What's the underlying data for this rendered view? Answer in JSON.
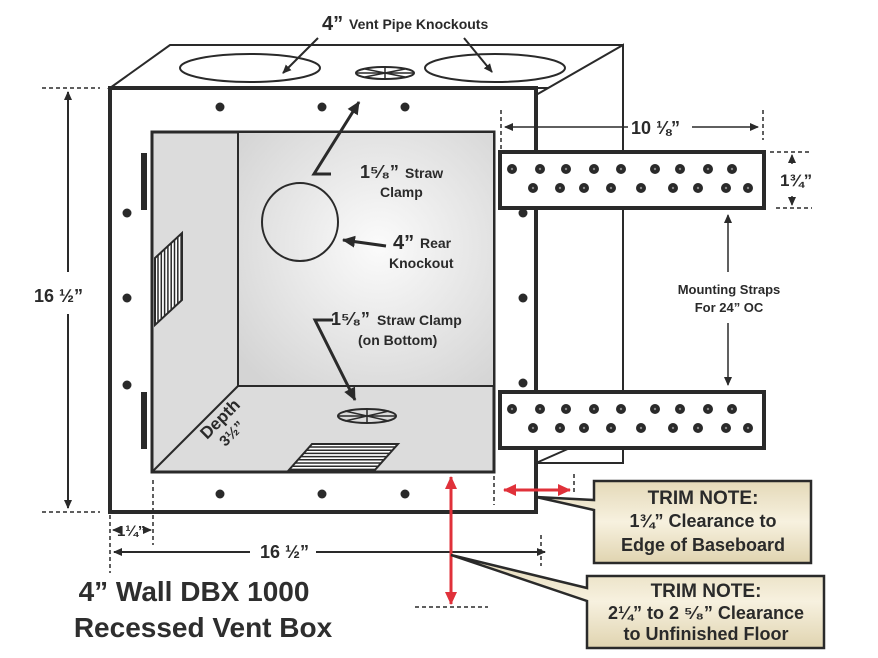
{
  "diagram": {
    "title_line1": "4” Wall DBX 1000",
    "title_line2": "Recessed Vent Box",
    "labels": {
      "vent_pipe_size": "4”",
      "vent_pipe_text": "Vent Pipe Knockouts",
      "straw_clamp_top_size": "1⁵⁄₈”",
      "straw_clamp_top_text1": "Straw",
      "straw_clamp_top_text2": "Clamp",
      "rear_knockout_size": "4”",
      "rear_knockout_text1": "Rear",
      "rear_knockout_text2": "Knockout",
      "straw_clamp_bottom_size": "1⁵⁄₈”",
      "straw_clamp_bottom_text1": "Straw Clamp",
      "straw_clamp_bottom_text2": "(on Bottom)",
      "depth_text": "Depth",
      "depth_value": "3½”",
      "mounting_straps_line1": "Mounting Straps",
      "mounting_straps_line2": "For 24”  OC"
    },
    "dimensions": {
      "height": "16 ½”",
      "width": "16 ½”",
      "strap_length": "10 ⅛”",
      "strap_width": "1¾”",
      "flange": "1¼”"
    },
    "notes": [
      {
        "title": "TRIM NOTE:",
        "line1": "1¾” Clearance to",
        "line2": "Edge of Baseboard"
      },
      {
        "title": "TRIM NOTE:",
        "line1": "2¼”  to  2 ⁵⁄₈” Clearance",
        "line2": "to Unfinished Floor"
      }
    ],
    "colors": {
      "line": "#2a2a2a",
      "interior": "#dcdcdc",
      "note_fill": "#efe6cc",
      "red_arrow": "#e0313a"
    }
  }
}
